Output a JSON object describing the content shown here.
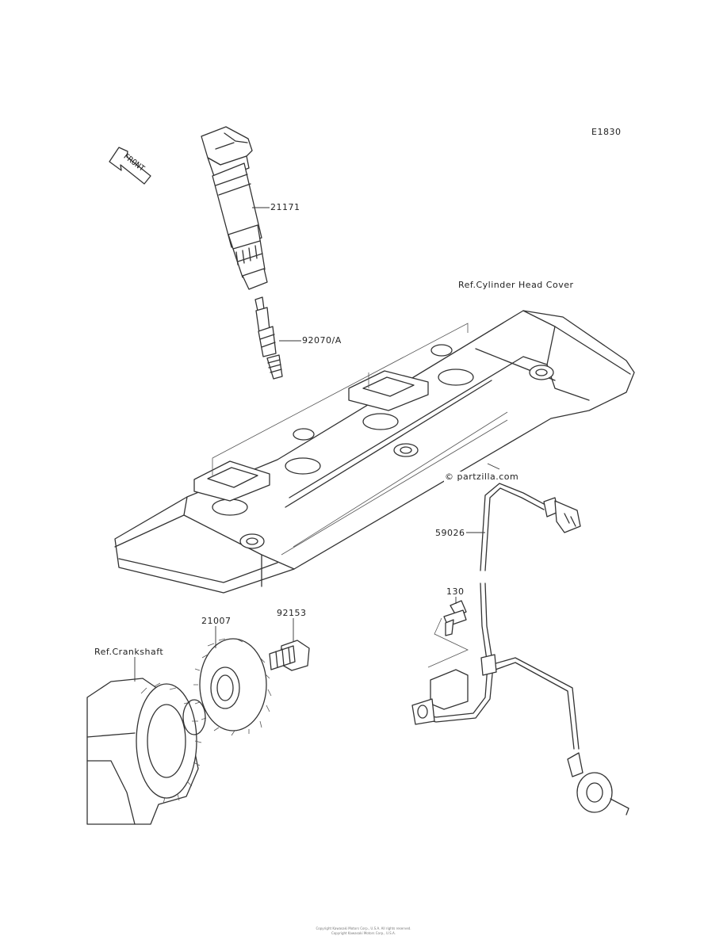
{
  "diagram": {
    "code": "E1830",
    "front_label": "FRONT",
    "watermark": "© partzilla.com",
    "refs": {
      "cylinder_head_cover": "Ref.Cylinder Head Cover",
      "crankshaft": "Ref.Crankshaft"
    },
    "callouts": {
      "ignition_coil": "21171",
      "spark_plug": "92070/A",
      "harness": "59026",
      "bolt_130": "130",
      "bolt_92153": "92153",
      "rotor": "21007"
    }
  },
  "footer": {
    "line1": "Copyright Kawasaki Motors Corp., U.S.A. All rights reserved.",
    "line2": "Copyright Kawasaki Motors Corp., U.S.A."
  }
}
